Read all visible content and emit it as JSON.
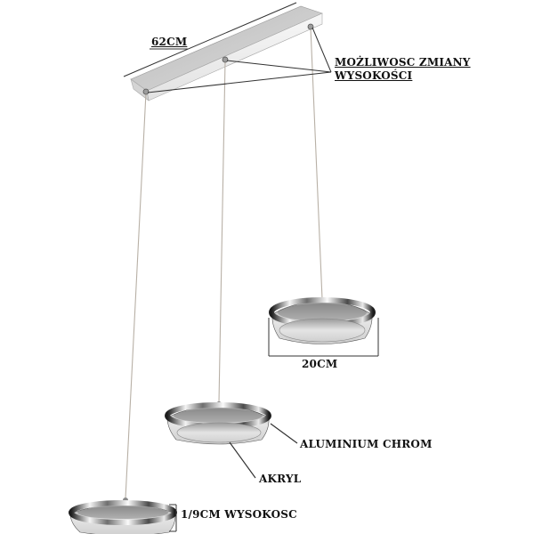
{
  "labels": {
    "width": "62CM",
    "height_change_line1": "MOŻLIWOSC ZMIANY",
    "height_change_line2": "WYSOKOŚCI",
    "diameter": "20CM",
    "frame_material": "ALUMINIUM CHROM",
    "diffuser_material": "AKRYL",
    "disc_height": "1/9CM WYSOKOSC"
  },
  "colors": {
    "canopy_top": "#c9c9c9",
    "canopy_front": "#eeeeee",
    "chrome_dark": "#2a2a2a",
    "chrome_light": "#f2f2f2",
    "acrylic": "#d8d8d8",
    "cable": "#b8b0a6",
    "annotation_line": "#333333"
  }
}
